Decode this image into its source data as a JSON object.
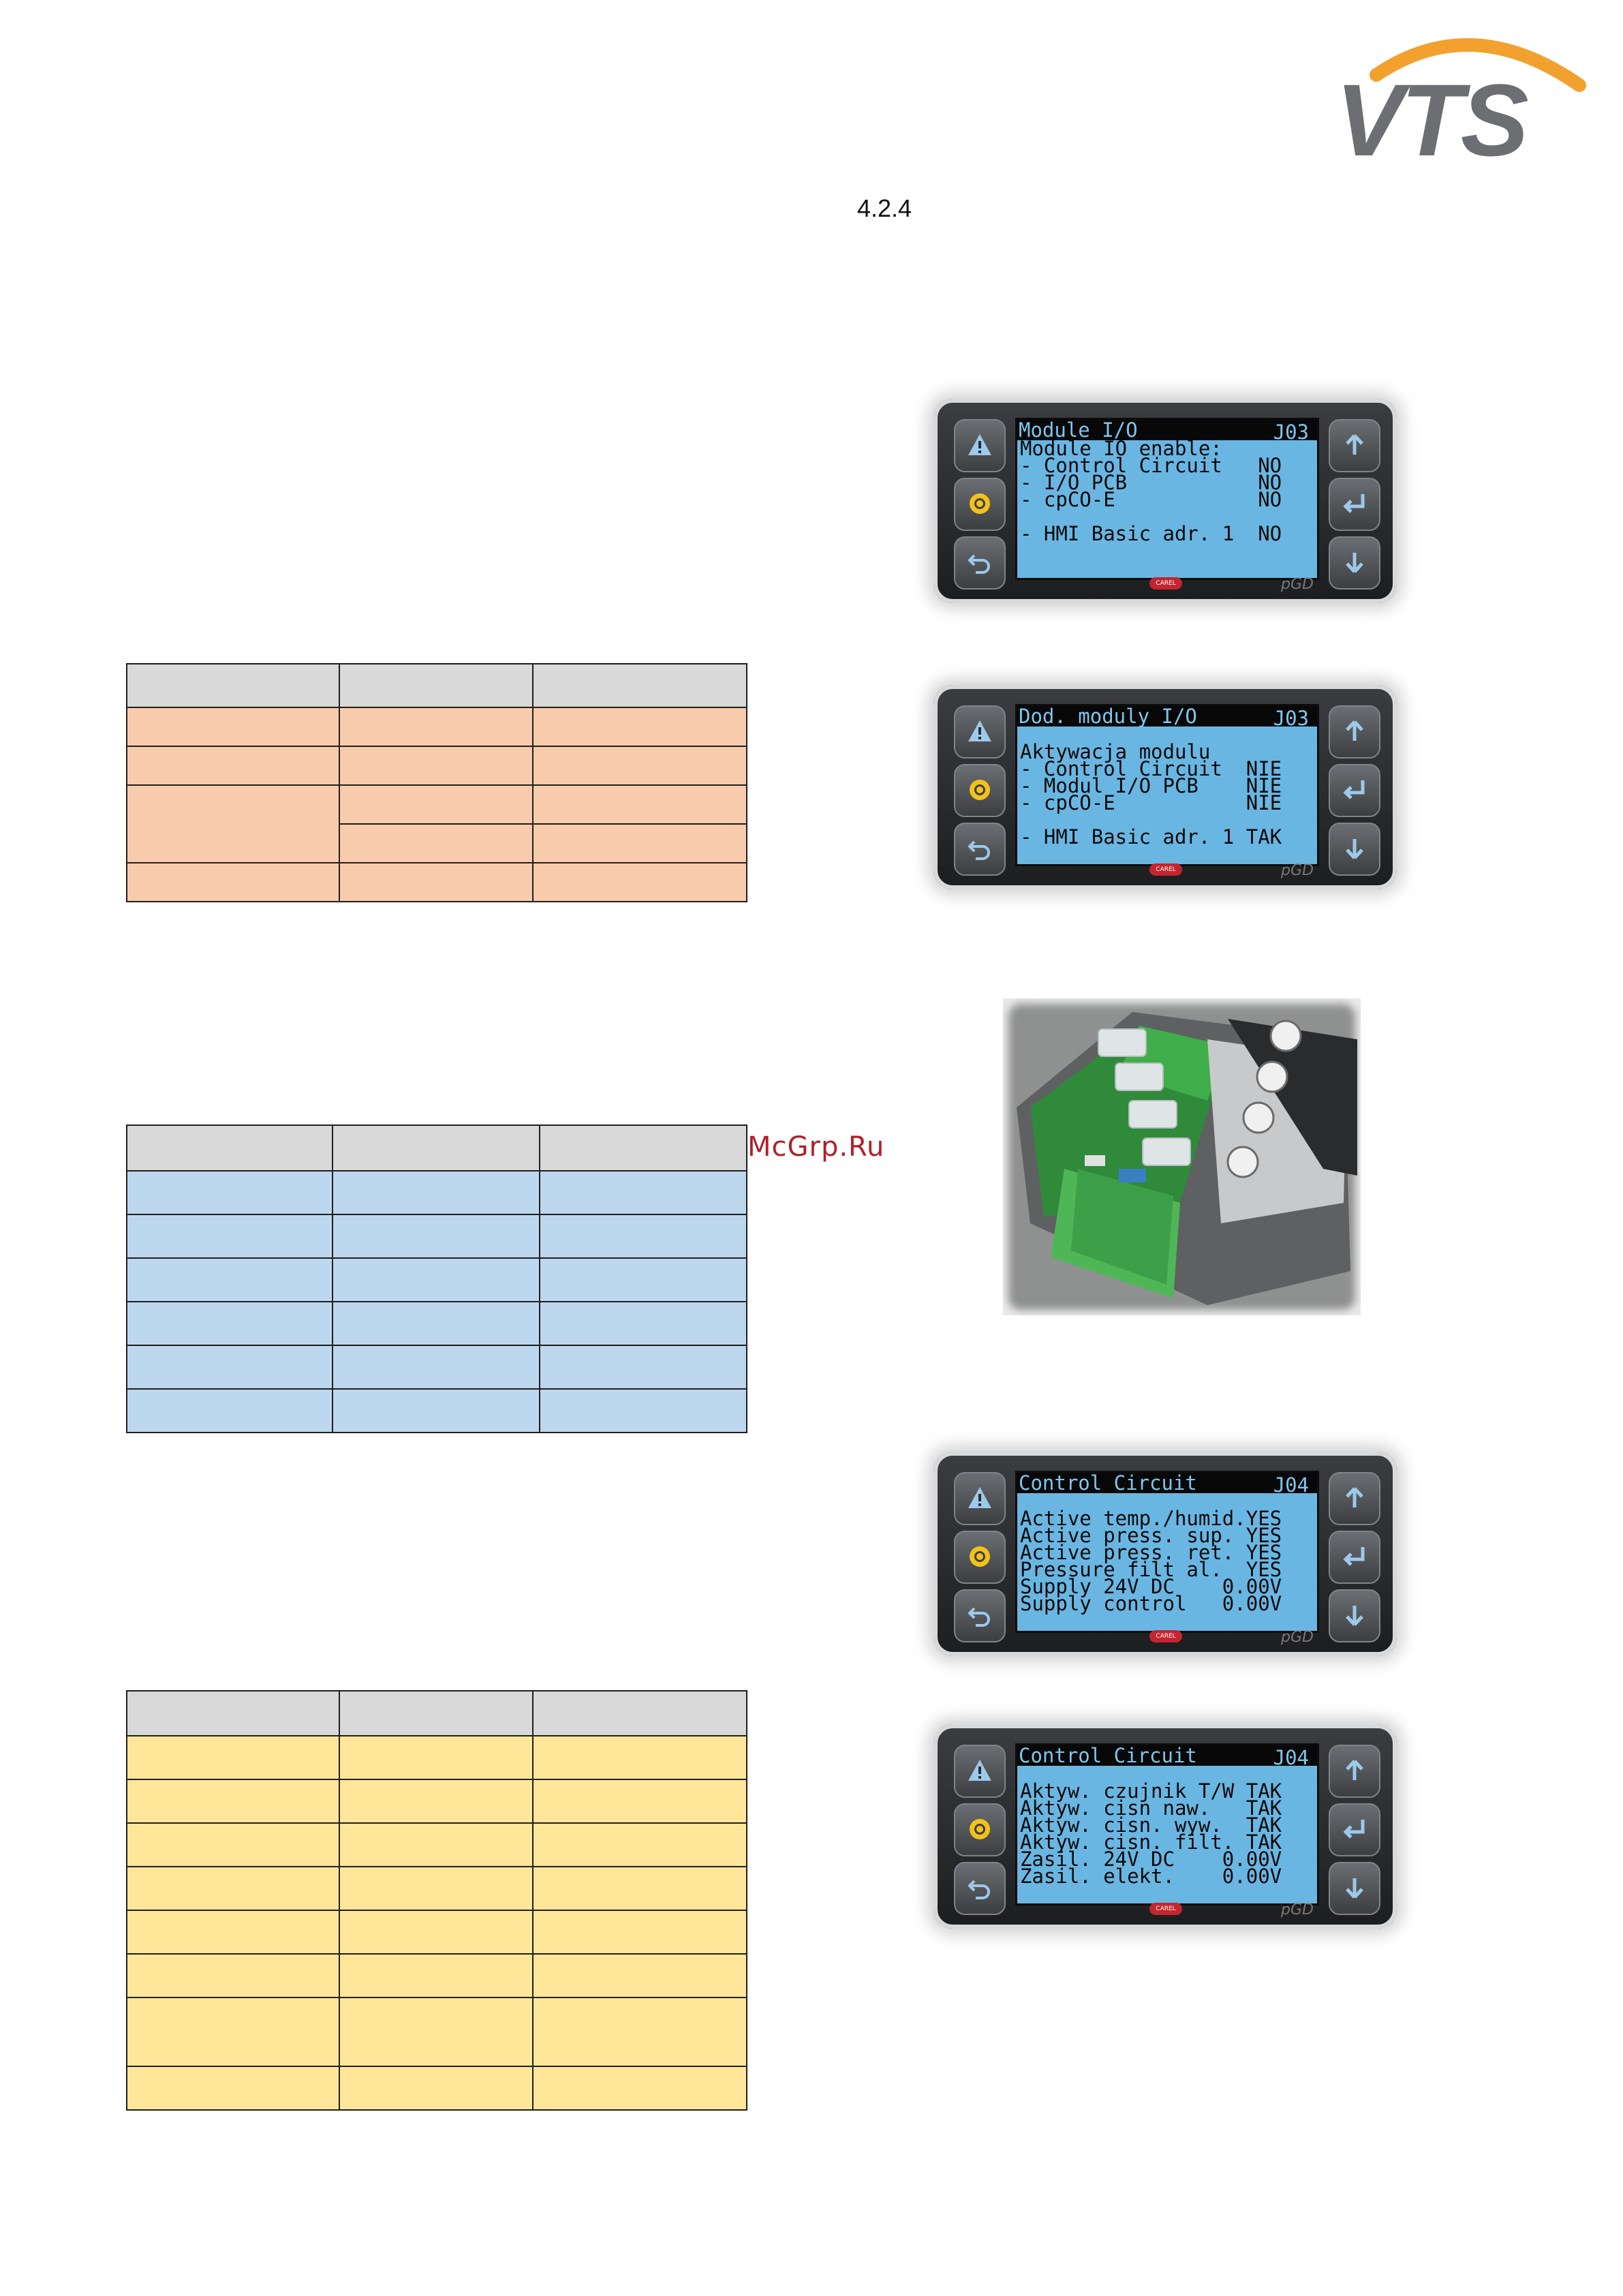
{
  "header": {
    "logo_text": "VTS",
    "section_number": "4.2.4"
  },
  "watermark": "McGrp.Ru",
  "colors": {
    "logo_orange": "#f2a12e",
    "logo_grey": "#6d6e71",
    "table_header": "#d9d9d9",
    "table_orange": "#f8cbad",
    "table_blue": "#bdd7ee",
    "table_yellow": "#ffe699",
    "lcd_background": "#6ab6e2"
  },
  "tables": {
    "orange": {
      "columns": 3,
      "rows": 5,
      "note": ""
    },
    "blue": {
      "columns": 3,
      "rows": 6
    },
    "yellow": {
      "columns": 3,
      "rows": 8
    }
  },
  "screens": {
    "screen1": {
      "title": "Module I/O",
      "code": "J03",
      "lines": [
        "Module IO enable:",
        "- Control Circuit   NO",
        "- I/O PCB           NO",
        "- cpCO-E            NO",
        "",
        "- HMI Basic adr. 1  NO"
      ]
    },
    "screen2": {
      "title": "Dod. moduly I/O",
      "code": "J03",
      "lines": [
        "",
        "Aktywacja modulu",
        "- Control Circuit  NIE",
        "- Modul I/O PCB    NIE",
        "- cpCO-E           NIE",
        "",
        "- HMI Basic adr. 1 TAK"
      ]
    },
    "screen3": {
      "title": "Control Circuit",
      "code": "J04",
      "lines": [
        "",
        "Active temp./humid.YES",
        "Active press. sup. YES",
        "Active press. ret. YES",
        "Pressure filt al.  YES",
        "Supply 24V DC    0.00V",
        "Supply control   0.00V"
      ]
    },
    "screen4": {
      "title": "Control Circuit",
      "code": "J04",
      "lines": [
        "",
        "Aktyw. czujnik T/W TAK",
        "Aktyw. cisn naw.   TAK",
        "Aktyw. cisn. wyw.  TAK",
        "Aktyw. cisn. filt. TAK",
        "Zasil. 24V DC    0.00V",
        "Zasil. elekt.    0.00V"
      ]
    },
    "brand_badge": "CAREL",
    "model_mark": "pGD",
    "icons": [
      "alarm-icon",
      "prg-icon",
      "esc-icon",
      "up-arrow-icon",
      "enter-icon",
      "down-arrow-icon"
    ]
  }
}
